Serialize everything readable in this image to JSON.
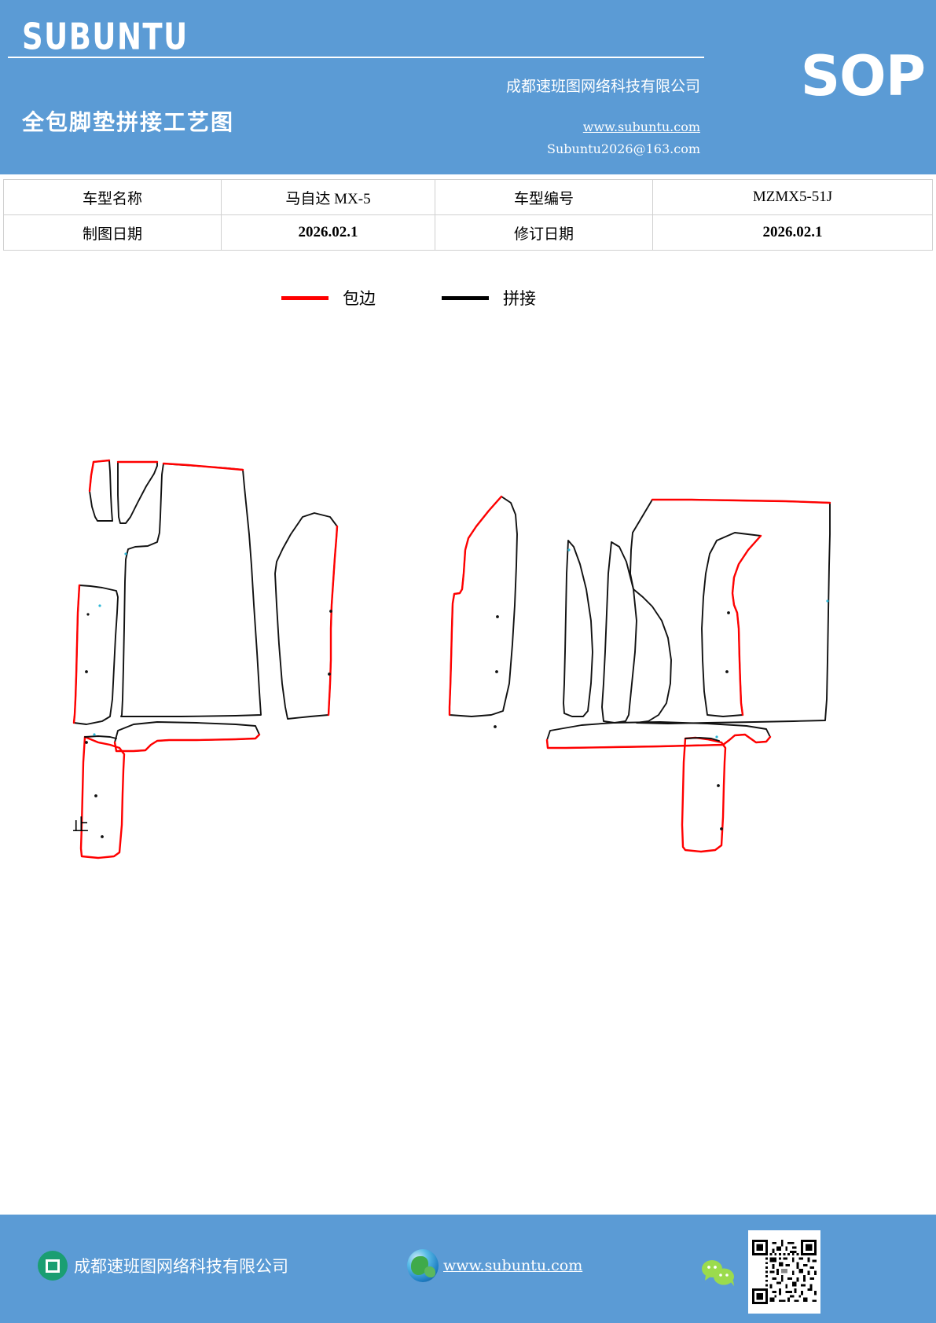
{
  "header": {
    "brand": "SUBUNTU",
    "doc_title": "全包脚垫拼接工艺图",
    "company": "成都速班图网络科技有限公司",
    "sop_badge": "SOP",
    "website": "www.subuntu.com",
    "email": "Subuntu2026@163.com",
    "background_color": "#5B9BD5"
  },
  "info_table": {
    "rows": [
      {
        "label1": "车型名称",
        "value1": "马自达 MX-5",
        "label2": "车型编号",
        "value2": "MZMX5-51J"
      },
      {
        "label1": "制图日期",
        "value1": "2026.02.1",
        "label2": "修订日期",
        "value2": "2026.02.1"
      }
    ]
  },
  "legend": {
    "items": [
      {
        "label": "包边",
        "color": "#FF0000",
        "icon": "red-line-swatch"
      },
      {
        "label": "拼接",
        "color": "#000000",
        "icon": "black-line-swatch"
      }
    ]
  },
  "drawing": {
    "mark_label": "止",
    "stroke_binding_color": "#FF0000",
    "stroke_splice_color": "#111111",
    "description": "全包脚垫拼接工艺裁片图 — 左侧与右侧脚垫裁片轮廓"
  },
  "footer": {
    "company": "成都速班图网络科技有限公司",
    "website": "www.subuntu.com",
    "building_icon": "building-icon",
    "globe_icon": "globe-icon",
    "wechat_icon": "wechat-icon",
    "qr_icon": "qr-code",
    "background_color": "#5B9BD5"
  }
}
